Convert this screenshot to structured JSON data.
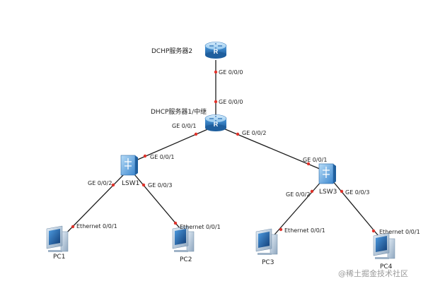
{
  "nodes": {
    "dhcp2": {
      "name": "DCHP服务器2",
      "type": "router",
      "glyph": "R"
    },
    "dhcp1": {
      "name": "DHCP服务器1/中继",
      "type": "router",
      "glyph": "R"
    },
    "lsw1": {
      "name": "LSW1",
      "type": "switch"
    },
    "lsw3": {
      "name": "LSW3",
      "type": "switch"
    },
    "pc1": {
      "name": "PC1",
      "type": "pc"
    },
    "pc2": {
      "name": "PC2",
      "type": "pc"
    },
    "pc3": {
      "name": "PC3",
      "type": "pc"
    },
    "pc4": {
      "name": "PC4",
      "type": "pc"
    }
  },
  "links": [
    {
      "from": "dhcp2",
      "to": "dhcp1",
      "from_port": "GE 0/0/0",
      "to_port": "GE 0/0/0"
    },
    {
      "from": "dhcp1",
      "to": "lsw1",
      "from_port": "GE 0/0/1",
      "to_port": "GE 0/0/1"
    },
    {
      "from": "dhcp1",
      "to": "lsw3",
      "from_port": "GE 0/0/2",
      "to_port": "GE 0/0/1"
    },
    {
      "from": "lsw1",
      "to": "pc1",
      "from_port": "GE 0/0/2",
      "to_port": "Ethernet 0/0/1"
    },
    {
      "from": "lsw1",
      "to": "pc2",
      "from_port": "GE 0/0/3",
      "to_port": "Ethernet 0/0/1"
    },
    {
      "from": "lsw3",
      "to": "pc3",
      "from_port": "GE 0/0/2",
      "to_port": "Ethernet 0/0/1"
    },
    {
      "from": "lsw3",
      "to": "pc4",
      "from_port": "GE 0/0/3",
      "to_port": "Ethernet 0/0/1"
    }
  ],
  "watermark": "@稀土掘金技术社区",
  "colors": {
    "device_blue": "#3f8fd2",
    "port_dot": "#e0332b",
    "link": "#1c1c1c"
  }
}
